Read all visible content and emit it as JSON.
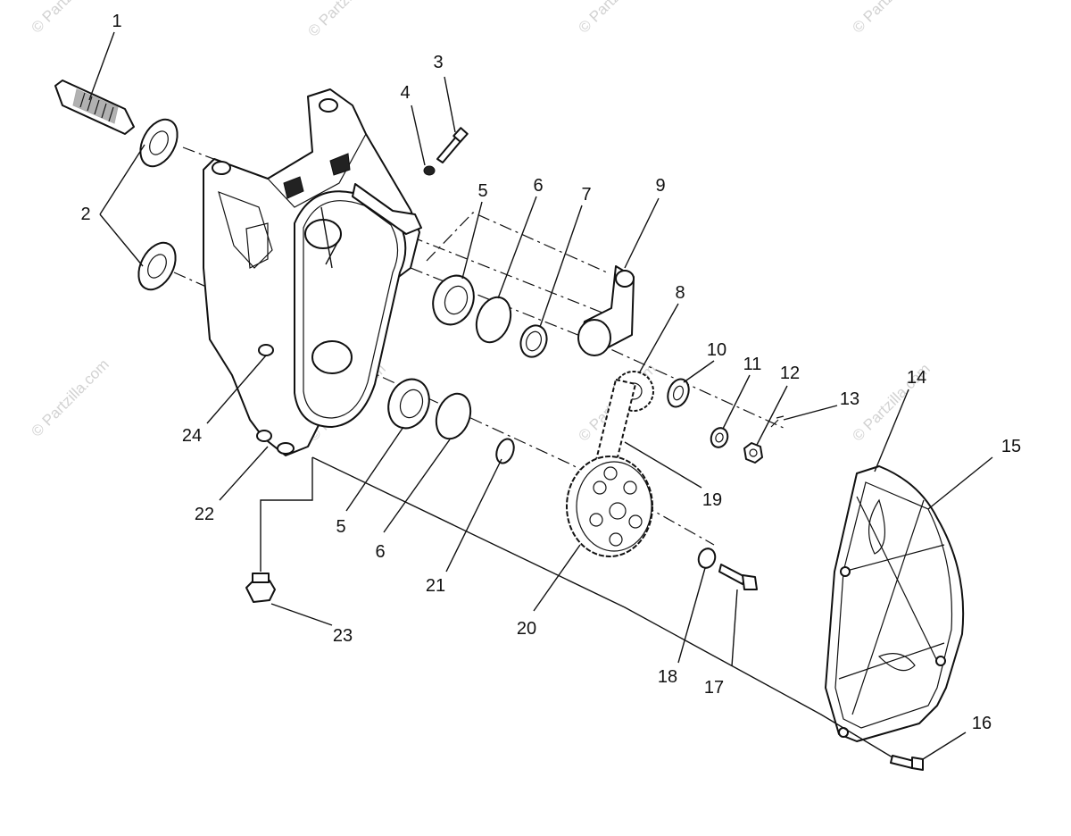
{
  "watermark": "© Partzilla.com",
  "callouts": [
    "1",
    "2",
    "3",
    "4",
    "5",
    "6",
    "7",
    "8",
    "9",
    "10",
    "11",
    "12",
    "13",
    "14",
    "15",
    "16",
    "17",
    "18",
    "19",
    "20",
    "21",
    "22",
    "23",
    "24"
  ],
  "callouts_repeat": {
    "5b": "5",
    "6b": "6"
  }
}
